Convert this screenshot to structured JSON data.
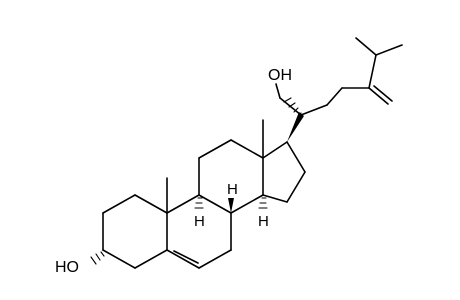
{
  "molecule": {
    "labels": {
      "oh_top": "OH",
      "oh_left": "HO",
      "h_c9": "H",
      "h_c8": "H",
      "h_c14": "H"
    },
    "colors": {
      "bond": "#000000",
      "background": "#ffffff"
    }
  }
}
